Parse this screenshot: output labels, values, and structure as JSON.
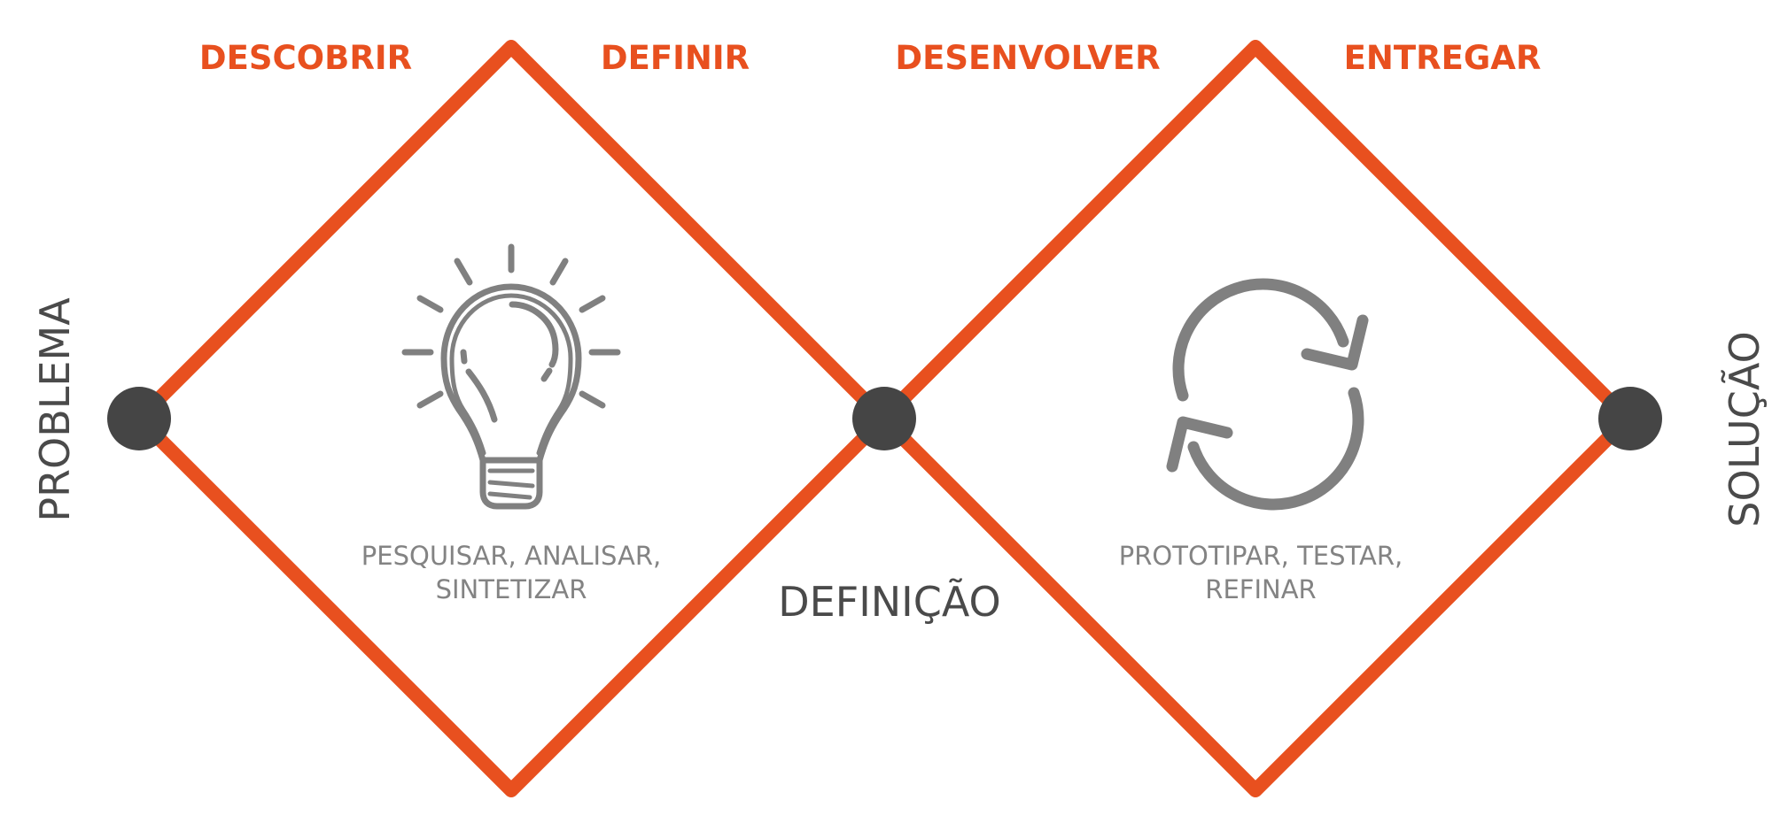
{
  "colors": {
    "accent": "#e8501f",
    "node": "#454545",
    "icon": "#808080",
    "caption": "#838383",
    "dark_text": "#4a4a4a",
    "background": "#ffffff"
  },
  "phases": {
    "discover": "DESCOBRIR",
    "define": "DEFINIR",
    "develop": "DESENVOLVER",
    "deliver": "ENTREGAR"
  },
  "endpoints": {
    "problem": "PROBLEMA",
    "definition": "DEFINIÇÃO",
    "solution": "SOLUÇÃO"
  },
  "diamonds": [
    {
      "icon": "lightbulb-icon",
      "caption_lines": [
        "PESQUISAR, ANALISAR,",
        "SINTETIZAR"
      ]
    },
    {
      "icon": "refresh-cycle-icon",
      "caption_lines": [
        "PROTOTIPAR, TESTAR,",
        "REFINAR"
      ]
    }
  ]
}
